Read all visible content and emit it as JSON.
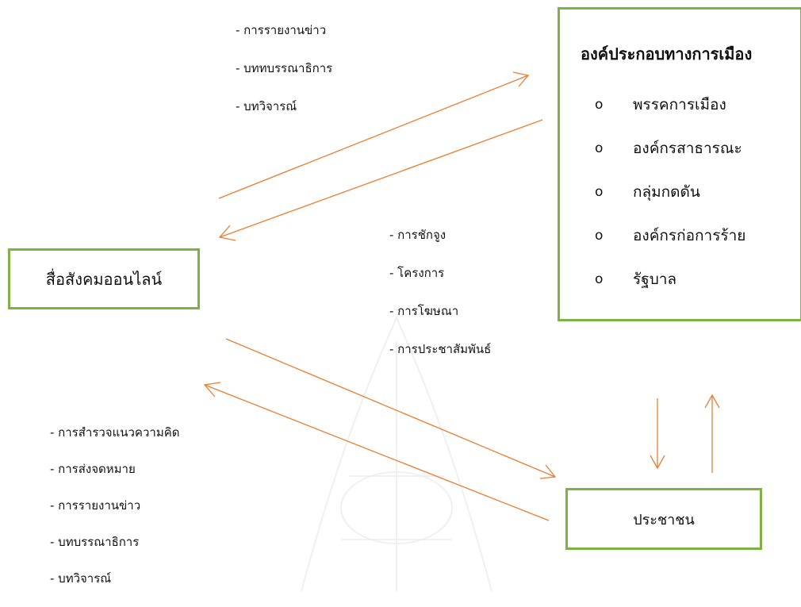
{
  "nodes": {
    "social_media": "สื่อสังคมออนไลน์",
    "people": "ประชาชน",
    "political": {
      "title": "องค์ประกอบทางการเมือง",
      "bullet": "o",
      "items": [
        "พรรคการเมือง",
        "องค์กรสาธารณะ",
        "กลุ่มกดดัน",
        "องค์กรก่อการร้าย",
        "รัฐบาล"
      ]
    }
  },
  "labels": {
    "top": [
      "- การรายงานข่าว",
      "- บททบรรณาธิการ",
      "- บทวิจารณ์"
    ],
    "middle": [
      "- การชักจูง",
      "- โครงการ",
      "- การโฆษณา",
      "- การประชาสัมพันธ์"
    ],
    "bottom": [
      "- การสำรวจแนวความคิด",
      "- การส่งจดหมาย",
      "- การรายงานข่าว",
      "- บทบรรณาธิการ",
      "- บทวิจารณ์"
    ]
  },
  "colors": {
    "box_border": "#7cb342",
    "arrow": "#ed7d31",
    "watermark": "#f0f0f0"
  }
}
